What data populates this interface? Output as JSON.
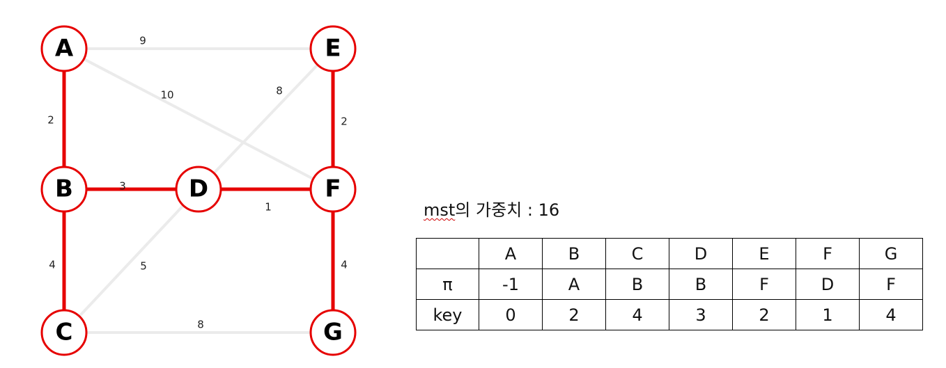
{
  "graph": {
    "nodes": [
      {
        "id": "A",
        "label": "A"
      },
      {
        "id": "E",
        "label": "E"
      },
      {
        "id": "B",
        "label": "B"
      },
      {
        "id": "D",
        "label": "D"
      },
      {
        "id": "F",
        "label": "F"
      },
      {
        "id": "C",
        "label": "C"
      },
      {
        "id": "G",
        "label": "G"
      }
    ],
    "edges": [
      {
        "from": "A",
        "to": "E",
        "weight": "9",
        "in_mst": false
      },
      {
        "from": "A",
        "to": "F",
        "weight": "10",
        "in_mst": false
      },
      {
        "from": "D",
        "to": "E",
        "weight": "8",
        "in_mst": false
      },
      {
        "from": "D",
        "to": "C",
        "weight": "5",
        "in_mst": false
      },
      {
        "from": "C",
        "to": "G",
        "weight": "8",
        "in_mst": false
      },
      {
        "from": "A",
        "to": "B",
        "weight": "2",
        "in_mst": true
      },
      {
        "from": "E",
        "to": "F",
        "weight": "2",
        "in_mst": true
      },
      {
        "from": "B",
        "to": "D",
        "weight": "3",
        "in_mst": true
      },
      {
        "from": "D",
        "to": "F",
        "weight": "1",
        "in_mst": true
      },
      {
        "from": "B",
        "to": "C",
        "weight": "4",
        "in_mst": true
      },
      {
        "from": "F",
        "to": "G",
        "weight": "4",
        "in_mst": true
      }
    ],
    "colors": {
      "mst_edge": "#e60000",
      "other_edge": "#ebebeb",
      "node_border": "#e60000"
    }
  },
  "mst": {
    "title_prefix": "mst",
    "title_rest": "의 가중치 : 16"
  },
  "table": {
    "header": [
      "",
      "A",
      "B",
      "C",
      "D",
      "E",
      "F",
      "G"
    ],
    "rows": [
      {
        "label": "π",
        "values": [
          "-1",
          "A",
          "B",
          "B",
          "F",
          "D",
          "F"
        ]
      },
      {
        "label": "key",
        "values": [
          "0",
          "2",
          "4",
          "3",
          "2",
          "1",
          "4"
        ]
      }
    ]
  }
}
